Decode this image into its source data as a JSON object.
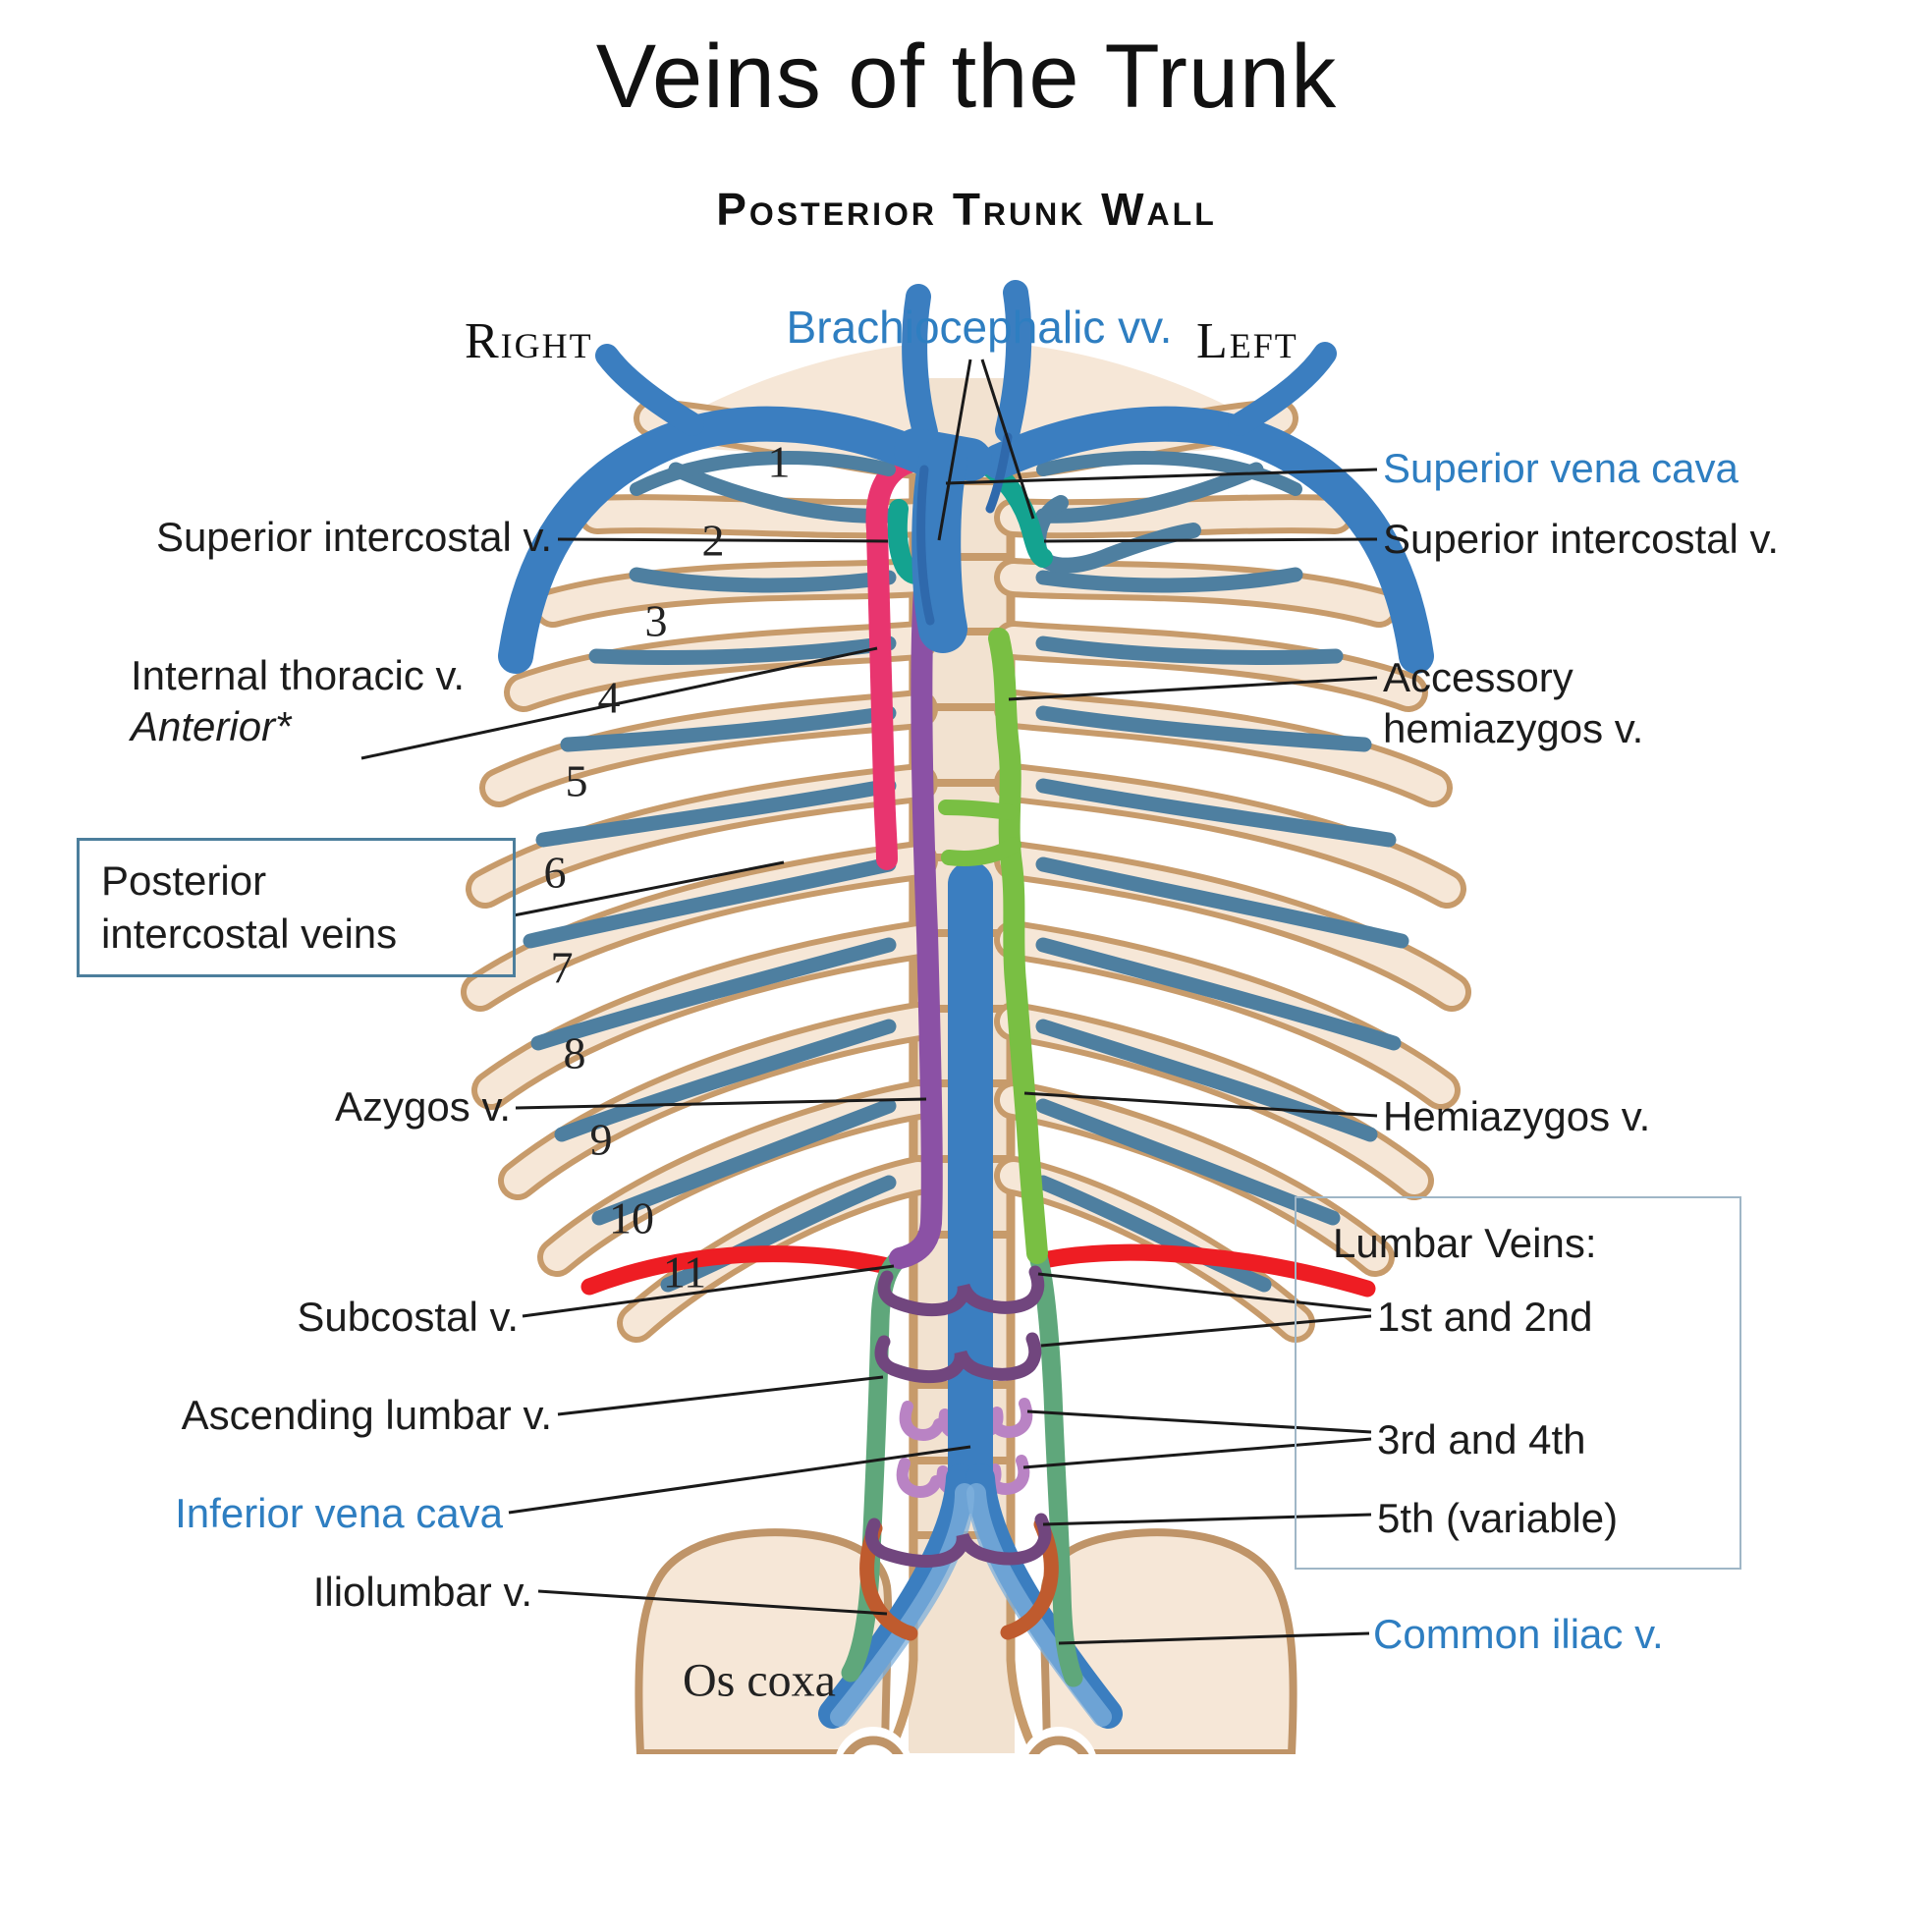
{
  "title": "Veins of the Trunk",
  "subtitle": "Posterior Trunk Wall",
  "orientation": {
    "right": "Right",
    "left": "Left"
  },
  "labels": {
    "brachiocephalic": "Brachiocephalic vv.",
    "superior_vena_cava": "Superior vena cava",
    "superior_intercostal_right": "Superior intercostal v.",
    "superior_intercostal_left": "Superior intercostal v.",
    "internal_thoracic_line1": "Internal thoracic v.",
    "internal_thoracic_line2": "Anterior*",
    "posterior_intercostal_line1": "Posterior",
    "posterior_intercostal_line2": "intercostal veins",
    "accessory_hemiazygos_line1": "Accessory",
    "accessory_hemiazygos_line2": "hemiazygos v.",
    "azygos": "Azygos v.",
    "hemiazygos": "Hemiazygos v.",
    "subcostal": "Subcostal v.",
    "ascending_lumbar": "Ascending lumbar v.",
    "inferior_vena_cava": "Inferior vena cava",
    "iliolumbar": "Iliolumbar v.",
    "os_coxa": "Os coxa",
    "common_iliac": "Common iliac v."
  },
  "lumbar_box": {
    "heading": "Lumbar Veins:",
    "items": [
      "1st and 2nd",
      "3rd and 4th",
      "5th (variable)"
    ]
  },
  "ribs": [
    "1",
    "2",
    "3",
    "4",
    "5",
    "6",
    "7",
    "8",
    "9",
    "10",
    "11"
  ],
  "colors": {
    "label_blue": "#2E7EC1",
    "text_black": "#1c1c1c",
    "vein_blue": "#3B7EC0",
    "intercostal_slate": "#4E7FA0",
    "rib_tan": "#C79B6B",
    "rib_fill": "#F6E7D7",
    "spine_fill": "#F2E2D0",
    "internal_thoracic_pink": "#E8356F",
    "superior_intercostal_teal": "#14A390",
    "azygos_purple": "#8B51A5",
    "hemiazygos_green": "#79BF43",
    "ascending_lumbar_green": "#5FA77B",
    "lumbar_dark_purple": "#71467E",
    "lumbar_light_purple": "#B983C4",
    "iliolumbar_orange": "#BF5B2E",
    "subcostal_red": "#EE1D23",
    "posterior_box_border": "#4C7E9C",
    "lumbar_box_border": "#9FB6C6"
  }
}
